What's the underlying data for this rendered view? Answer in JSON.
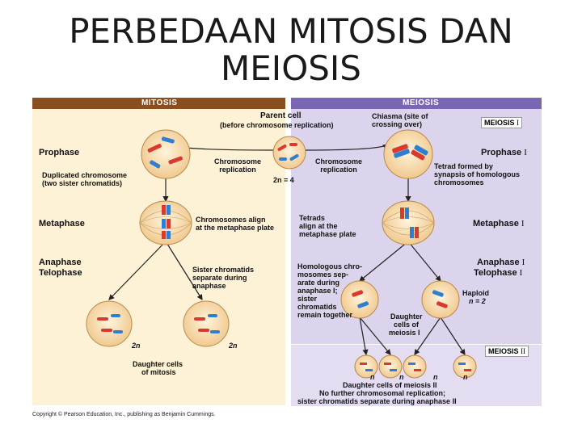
{
  "title": "PERBEDAAN MITOSIS DAN MEIOSIS",
  "headers": {
    "mitosis": "MITOSIS",
    "meiosis": "MEIOSIS"
  },
  "labels": {
    "parent_cell": "Parent cell",
    "parent_cell_sub": "(before chromosome replication)",
    "chiasma_1": "Chiasma (site of",
    "chiasma_2": "crossing over)",
    "meiosis_box_1": "MEIOSIS",
    "roman_1": "I",
    "prophase": "Prophase",
    "prophase_roman": "I",
    "chromosome_replication": "Chromosome replication",
    "chromosome_replication_2": "Chromosome replication",
    "two_n": "2n = 4",
    "duplicated_1": "Duplicated chromosome",
    "duplicated_2": "(two sister chromatids)",
    "tetrad_1": "Tetrad formed by",
    "tetrad_2": "synapsis of homologous",
    "tetrad_3": "chromosomes",
    "metaphase": "Metaphase",
    "metaphase_roman": "I",
    "chrom_align_1": "Chromosomes align",
    "chrom_align_2": "at the metaphase plate",
    "tetrads_align_1": "Tetrads",
    "tetrads_align_2": "align at the",
    "tetrads_align_3": "metaphase plate",
    "anaphase": "Anaphase",
    "telophase": "Telophase",
    "anaphase_r": "Anaphase",
    "telophase_r": "Telophase",
    "anaphase_roman": "I",
    "telophase_roman": "I",
    "sister_sep_1": "Sister chromatids",
    "sister_sep_2": "separate during",
    "sister_sep_3": "anaphase",
    "homologous_1": "Homologous chro-",
    "homologous_2": "mosomes sep-",
    "homologous_3": "arate during",
    "homologous_4": "anaphase I;",
    "homologous_5": "sister",
    "homologous_6": "chromatids",
    "homologous_7": "remain together",
    "haploid": "Haploid",
    "n_equals_2": "n = 2",
    "daughter_meiosis_1": "Daughter",
    "daughter_meiosis_2": "cells of",
    "daughter_meiosis_3": "meiosis I",
    "two_n_left": "2n",
    "two_n_right": "2n",
    "daughter_mitosis_1": "Daughter cells",
    "daughter_mitosis_2": "of mitosis",
    "meiosis_box_2": "MEIOSIS",
    "roman_2": "II",
    "n1": "n",
    "n2": "n",
    "n3": "n",
    "n4": "n",
    "daughter_meiosis2_1": "Daughter cells of meiosis II",
    "daughter_meiosis2_2": "No further chromosomal replication;",
    "daughter_meiosis2_3": "sister chromatids separate during anaphase II"
  },
  "copyright": "Copyright © Pearson Education, Inc., publishing as Benjamin Cummings.",
  "colors": {
    "mitosis_header": "#8a4f1f",
    "meiosis_header": "#7a67b3",
    "chromosome_red": "#d93a2e",
    "chromosome_blue": "#2f7fd0"
  }
}
